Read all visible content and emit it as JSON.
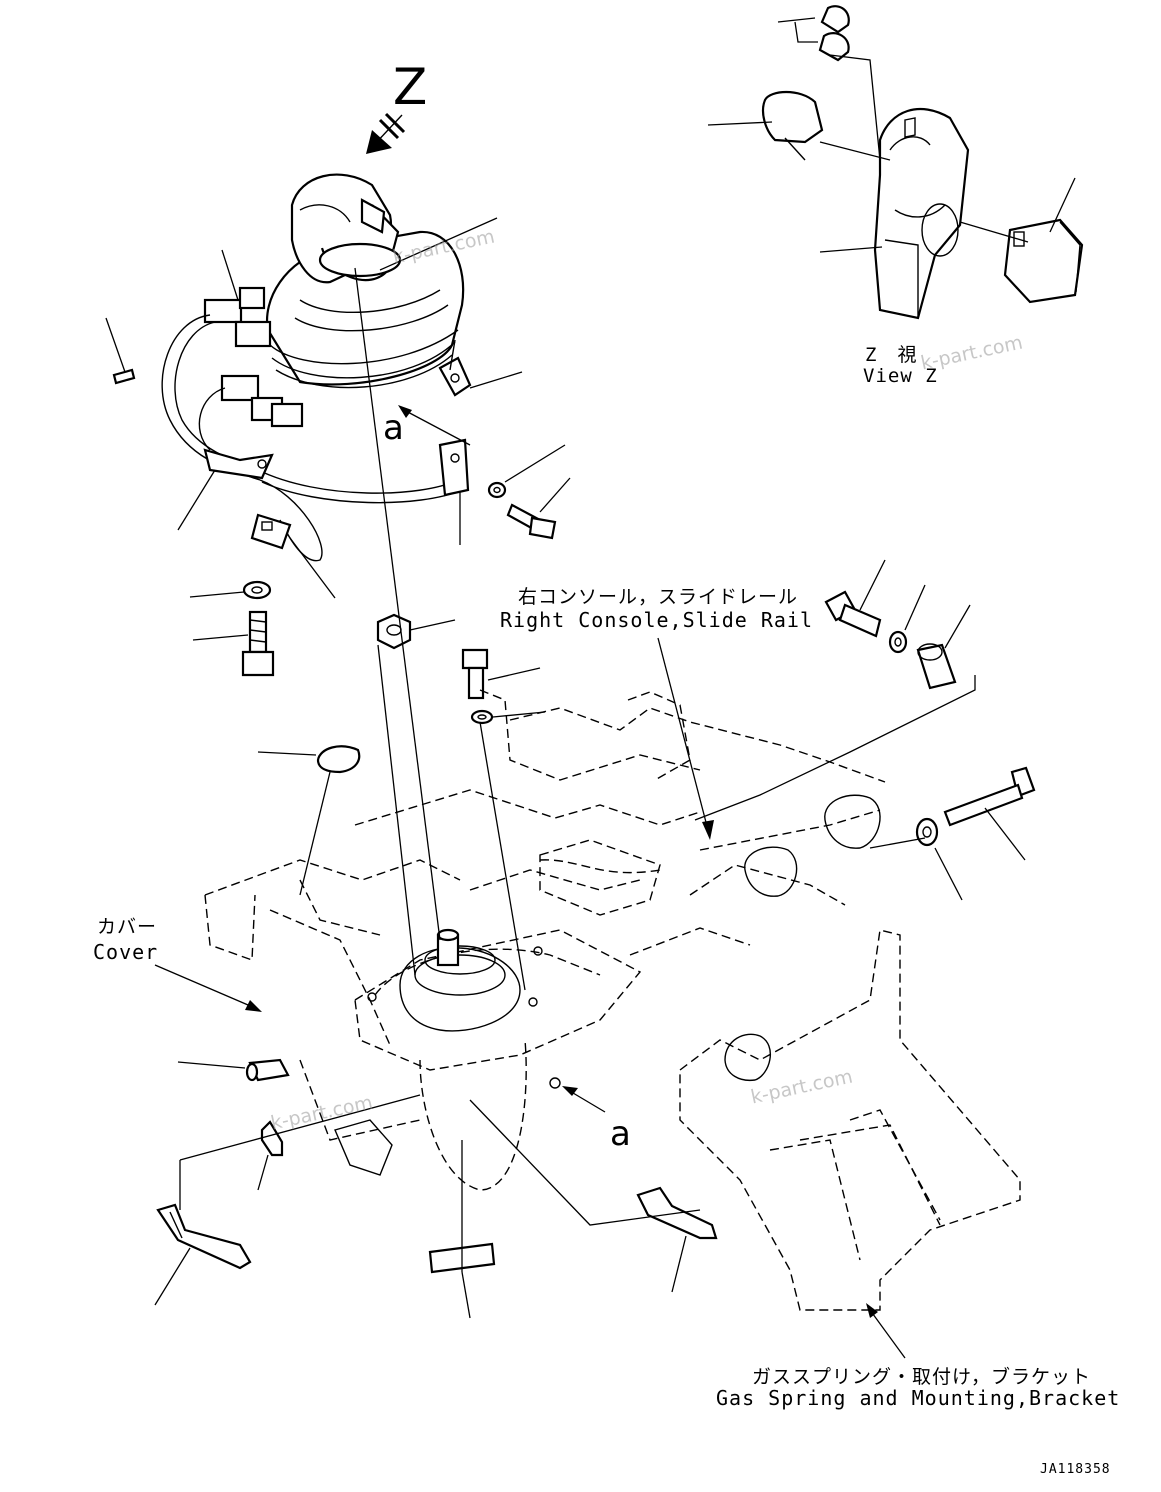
{
  "drawing": {
    "view_letter": "Z",
    "ref_a": "a",
    "view_z_jp": "Z　視",
    "view_z_en": "View Z",
    "right_console_jp": "右コンソール，スライドレール",
    "right_console_en": "Right Console,Slide Rail",
    "cover_jp": "カバー",
    "cover_en": "Cover",
    "gas_spring_jp": "ガススプリング・取付け，ブラケット",
    "gas_spring_en": "Gas Spring and Mounting,Bracket",
    "drawing_code": "JA118358",
    "watermark": "k-part.com"
  }
}
